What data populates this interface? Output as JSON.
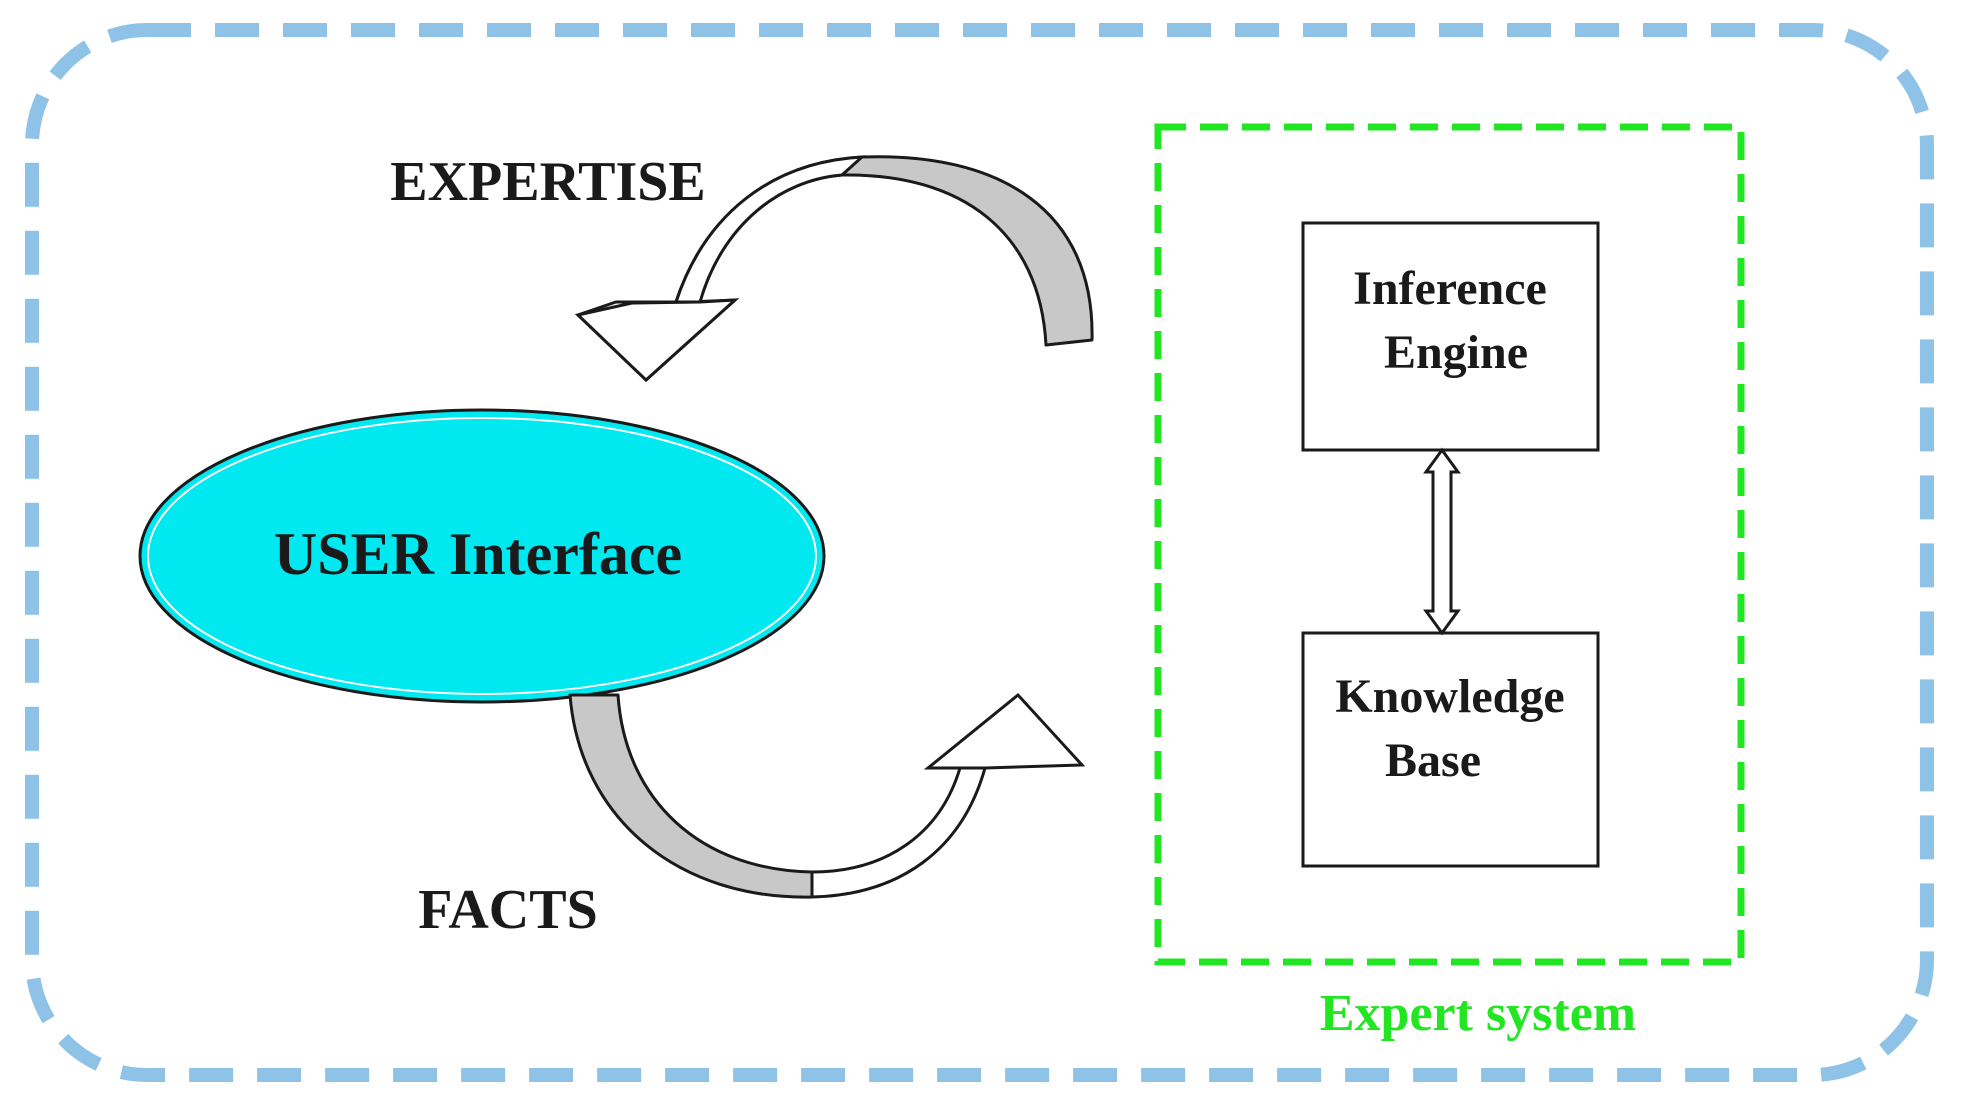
{
  "diagram": {
    "labels": {
      "expertise": "EXPERTISE",
      "facts": "FACTS",
      "user_interface": "USER Interface",
      "inference_engine_line1": "Inference",
      "inference_engine_line2": "Engine",
      "knowledge_base_line1": "Knowledge",
      "knowledge_base_line2": "Base",
      "expert_system": "Expert system"
    },
    "colors": {
      "outer_border": "#8ec2e6",
      "expert_border": "#22e622",
      "expert_label": "#22e622",
      "ellipse_fill": "#00e8f0",
      "arrow_band": "#c8c8c8",
      "arrow_head": "#ffffff",
      "stroke": "#1a1a1a"
    }
  }
}
